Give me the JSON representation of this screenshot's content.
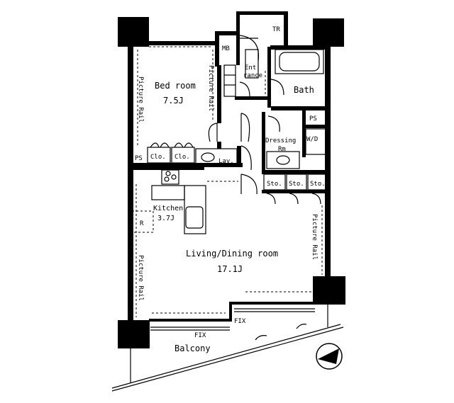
{
  "rooms": {
    "bedroom": {
      "name": "Bed room",
      "size": "7.5J"
    },
    "living": {
      "name": "Living/Dining room",
      "size": "17.1J"
    },
    "kitchen": {
      "name": "Kitchen",
      "size": "3.7J"
    },
    "bath": {
      "name": "Bath"
    },
    "entrance": {
      "name": "Ent\nrance"
    },
    "dressing": {
      "name": "Dressing",
      "suffix": "Rm"
    },
    "balcony": {
      "name": "Balcony"
    }
  },
  "labels": {
    "mb": "MB",
    "tr": "TR",
    "ps_a": "PS",
    "ps_b": "PS",
    "wd": "W/D",
    "clo_a": "Clo.",
    "clo_b": "Clo.",
    "lav": "Lav.",
    "sto_a": "Sto.",
    "sto_b": "Sto.",
    "sto_c": "Sto.",
    "refrigerator": "R",
    "fix_a": "FIX",
    "fix_b": "FIX",
    "picture_rail_a": "Picture Rail",
    "picture_rail_b": "Picture Rail",
    "picture_rail_c": "Picture Rail",
    "picture_rail_d": "Picture Rail"
  }
}
